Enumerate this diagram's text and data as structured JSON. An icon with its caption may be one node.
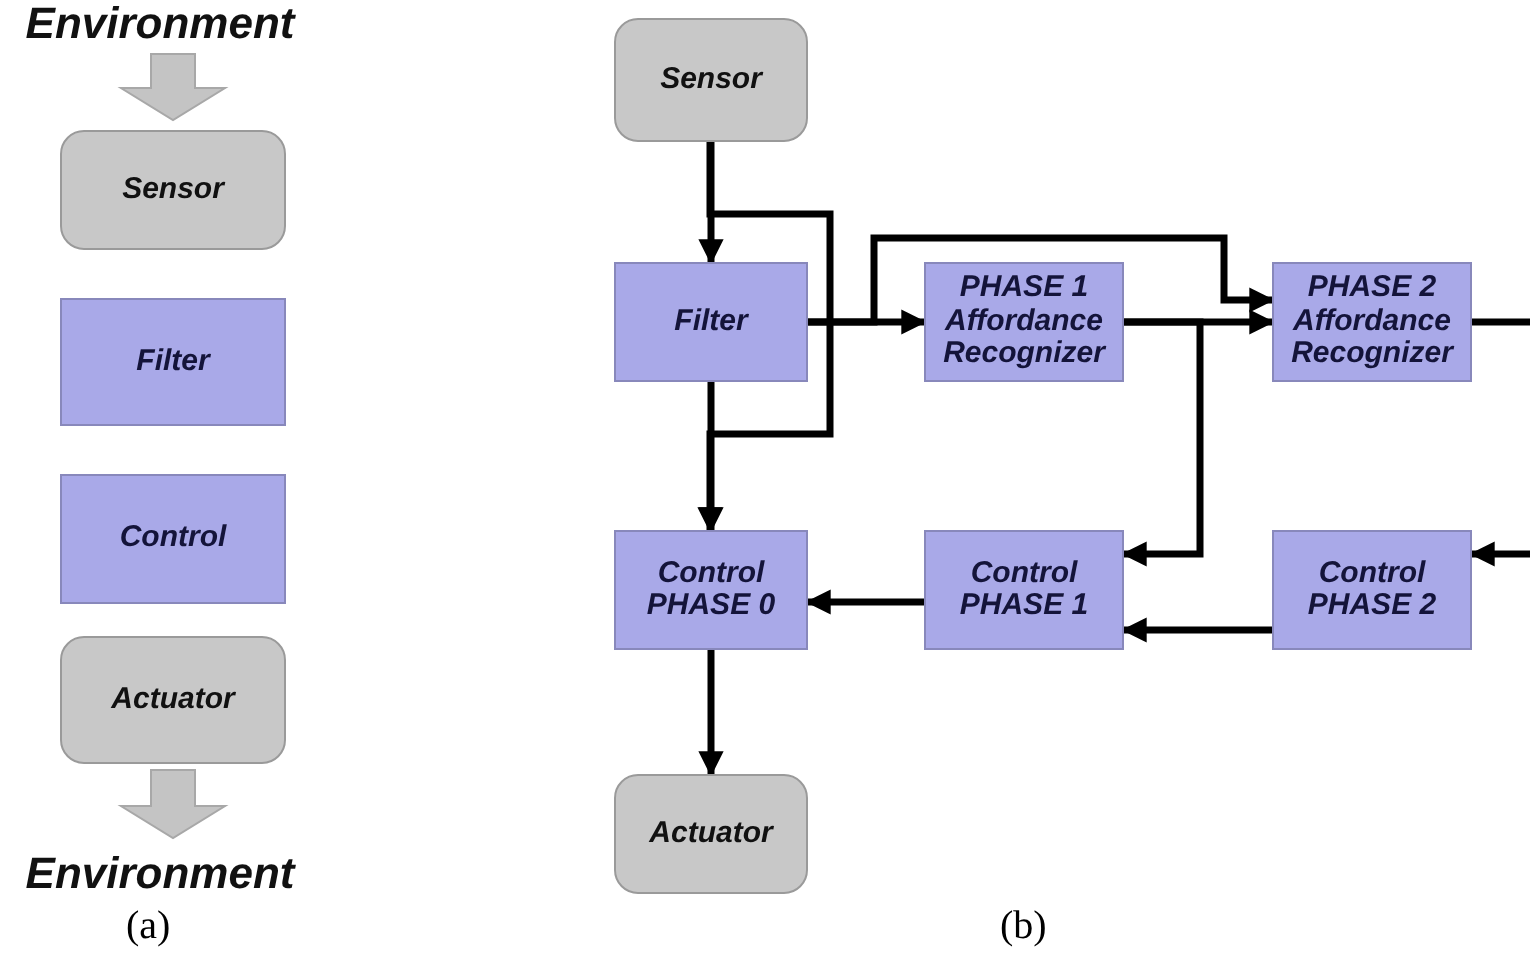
{
  "diagram": {
    "nodes": [
      {
        "text": [
          "Environment"
        ]
      },
      {
        "text": [
          "Sensor"
        ]
      },
      {
        "text": [
          "Filter"
        ]
      },
      {
        "text": [
          "Control"
        ]
      },
      {
        "text": [
          "Actuator"
        ]
      },
      {
        "text": [
          "Environment"
        ]
      },
      {
        "text": [
          "Sensor"
        ]
      },
      {
        "text": [
          "Filter"
        ]
      },
      {
        "text": [
          "PHASE 1 Affordance Recognizer"
        ]
      },
      {
        "text": [
          "PHASE 2 Affordance Recognizer"
        ]
      },
      {
        "text": [
          "Control PHASE 0"
        ]
      },
      {
        "text": [
          "Control PHASE 1"
        ]
      },
      {
        "text": [
          "Control PHASE 2"
        ]
      },
      {
        "text": [
          "Actuator"
        ]
      }
    ],
    "edges": [
      {
        "from": 0,
        "to": 1,
        "arrow": "to",
        "style": "thick",
        "color": "#c4c4c4"
      },
      {
        "from": 4,
        "to": 5,
        "arrow": "to",
        "style": "thick",
        "color": "#c4c4c4"
      },
      {
        "from": 6,
        "to": 7,
        "arrow": "to"
      },
      {
        "from": 6,
        "to": 10,
        "arrow": "to"
      },
      {
        "from": 7,
        "to": 10,
        "arrow": "to"
      },
      {
        "from": 7,
        "to": 8,
        "arrow": "to"
      },
      {
        "from": 7,
        "to": 9,
        "arrow": "to"
      },
      {
        "from": 8,
        "to": 9,
        "arrow": "to"
      },
      {
        "from": 8,
        "to": 11,
        "arrow": "to"
      },
      {
        "from": 9,
        "to": null,
        "arrow": "none"
      },
      {
        "from": null,
        "to": 12,
        "arrow": "to"
      },
      {
        "from": 11,
        "to": 10,
        "arrow": "to"
      },
      {
        "from": 12,
        "to": 11,
        "arrow": "to"
      },
      {
        "from": 10,
        "to": 13,
        "arrow": "to"
      }
    ],
    "labels": [
      "(a)",
      "(b)"
    ]
  }
}
